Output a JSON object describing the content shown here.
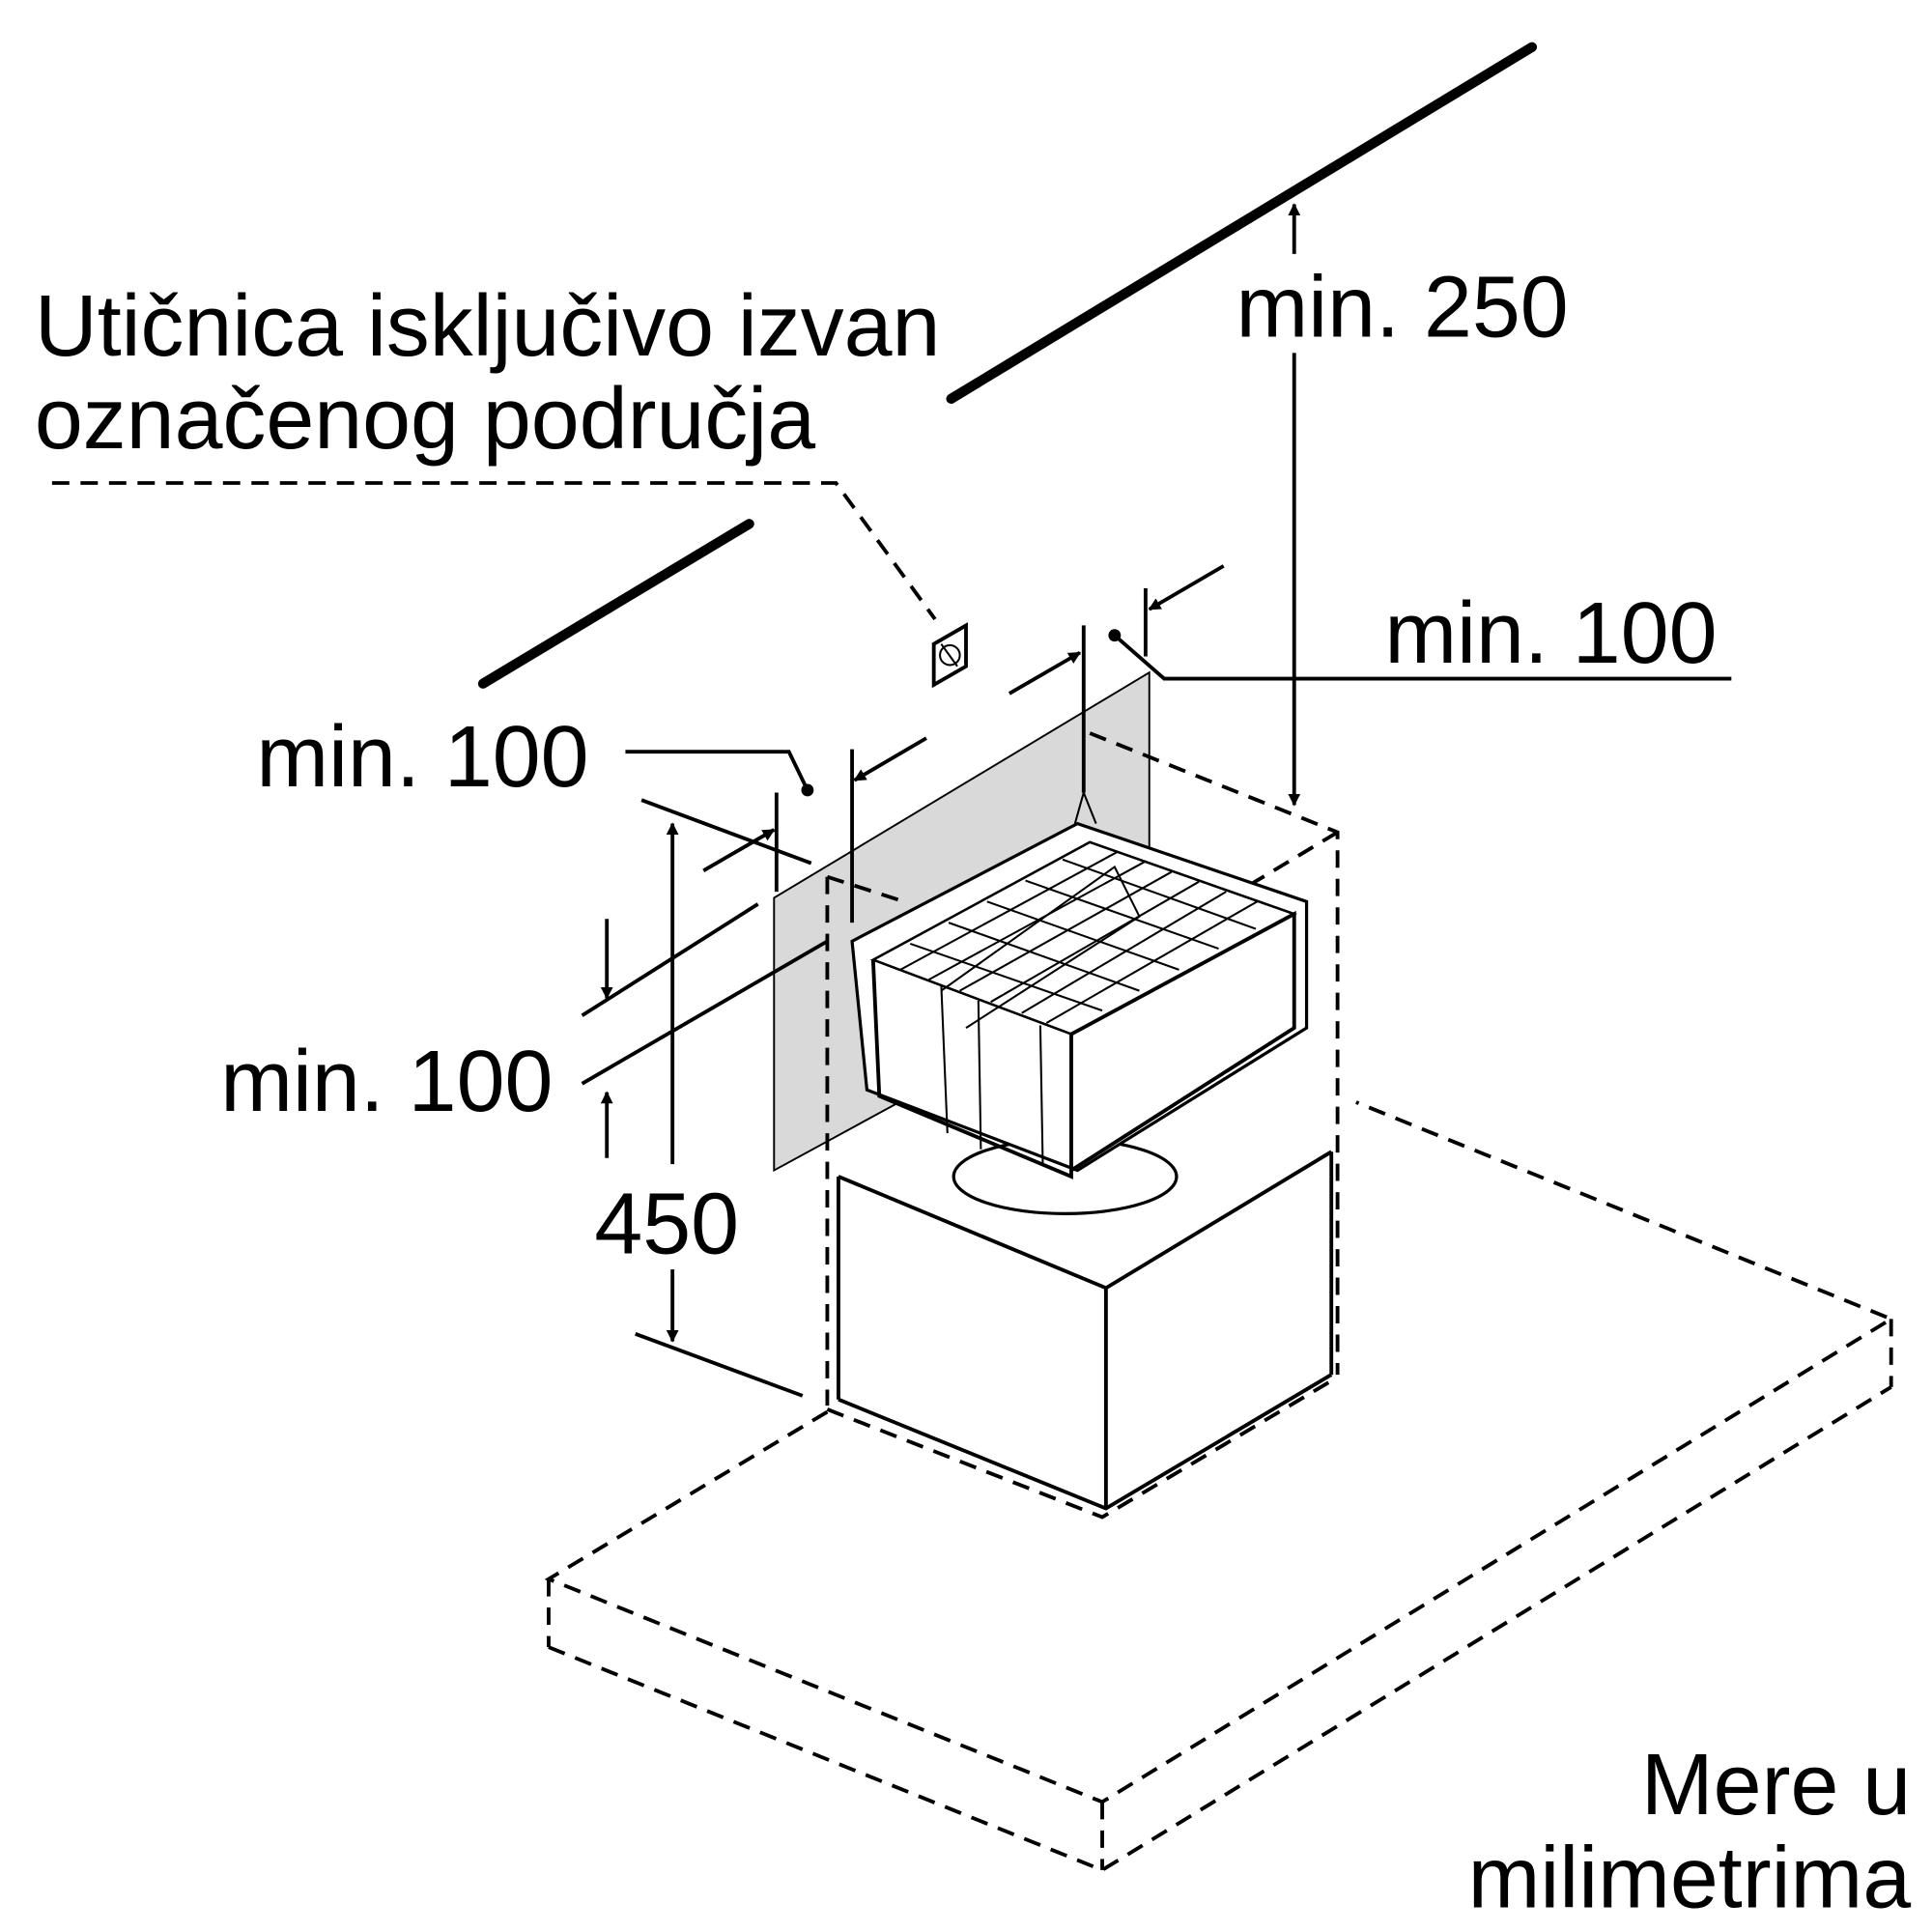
{
  "labels": {
    "socket_line1": "Utičnica isključivo izvan",
    "socket_line2": "označenog područja",
    "ceiling_clearance": "min. 250",
    "right_clearance": "min. 100",
    "left_clearance": "min. 100",
    "lower_clearance": "min. 100",
    "height": "450",
    "units_line1": "Mere u",
    "units_line2": "milimetrima"
  },
  "colors": {
    "panel": "#d9d9d9",
    "line": "#000000"
  }
}
